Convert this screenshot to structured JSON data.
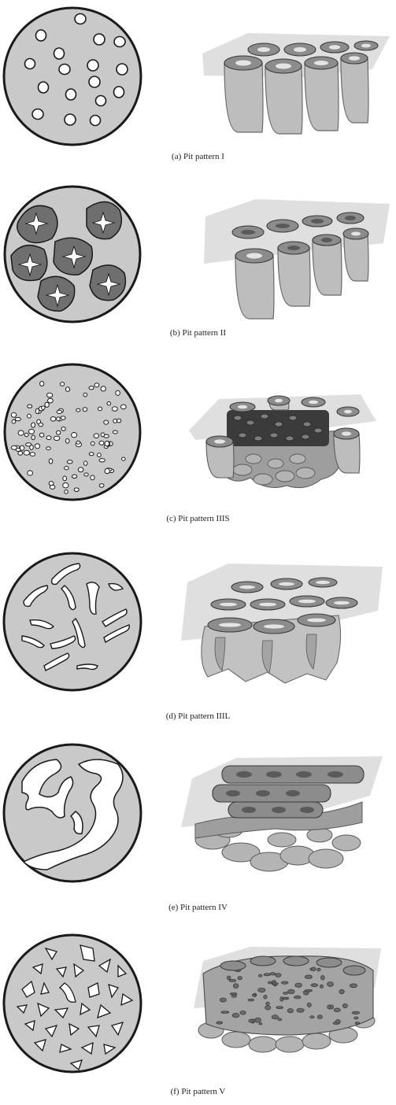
{
  "figure": {
    "panels": [
      {
        "id": "a",
        "caption": "(a)  Pit pattern I",
        "pattern": "round-pits"
      },
      {
        "id": "b",
        "caption": "(b)  Pit pattern II",
        "pattern": "stellar-pits"
      },
      {
        "id": "c",
        "caption": "(c)  Pit pattern IIIS",
        "pattern": "small-round-pits"
      },
      {
        "id": "d",
        "caption": "(d)  Pit pattern IIIL",
        "pattern": "tubular-pits"
      },
      {
        "id": "e",
        "caption": "(e)  Pit pattern IV",
        "pattern": "branched-pits"
      },
      {
        "id": "f",
        "caption": "(f)  Pit pattern V",
        "pattern": "irregular-pits"
      }
    ]
  },
  "colors": {
    "disc_fill": "#c9c9c9",
    "disc_stroke": "#1a1a1a",
    "pit_fill": "#ffffff",
    "stellar_surround": "#6f6f6f",
    "tissue_light": "#d7d7d7",
    "tissue_mid": "#a9a9a9",
    "tissue_dark": "#6a6a6a"
  }
}
